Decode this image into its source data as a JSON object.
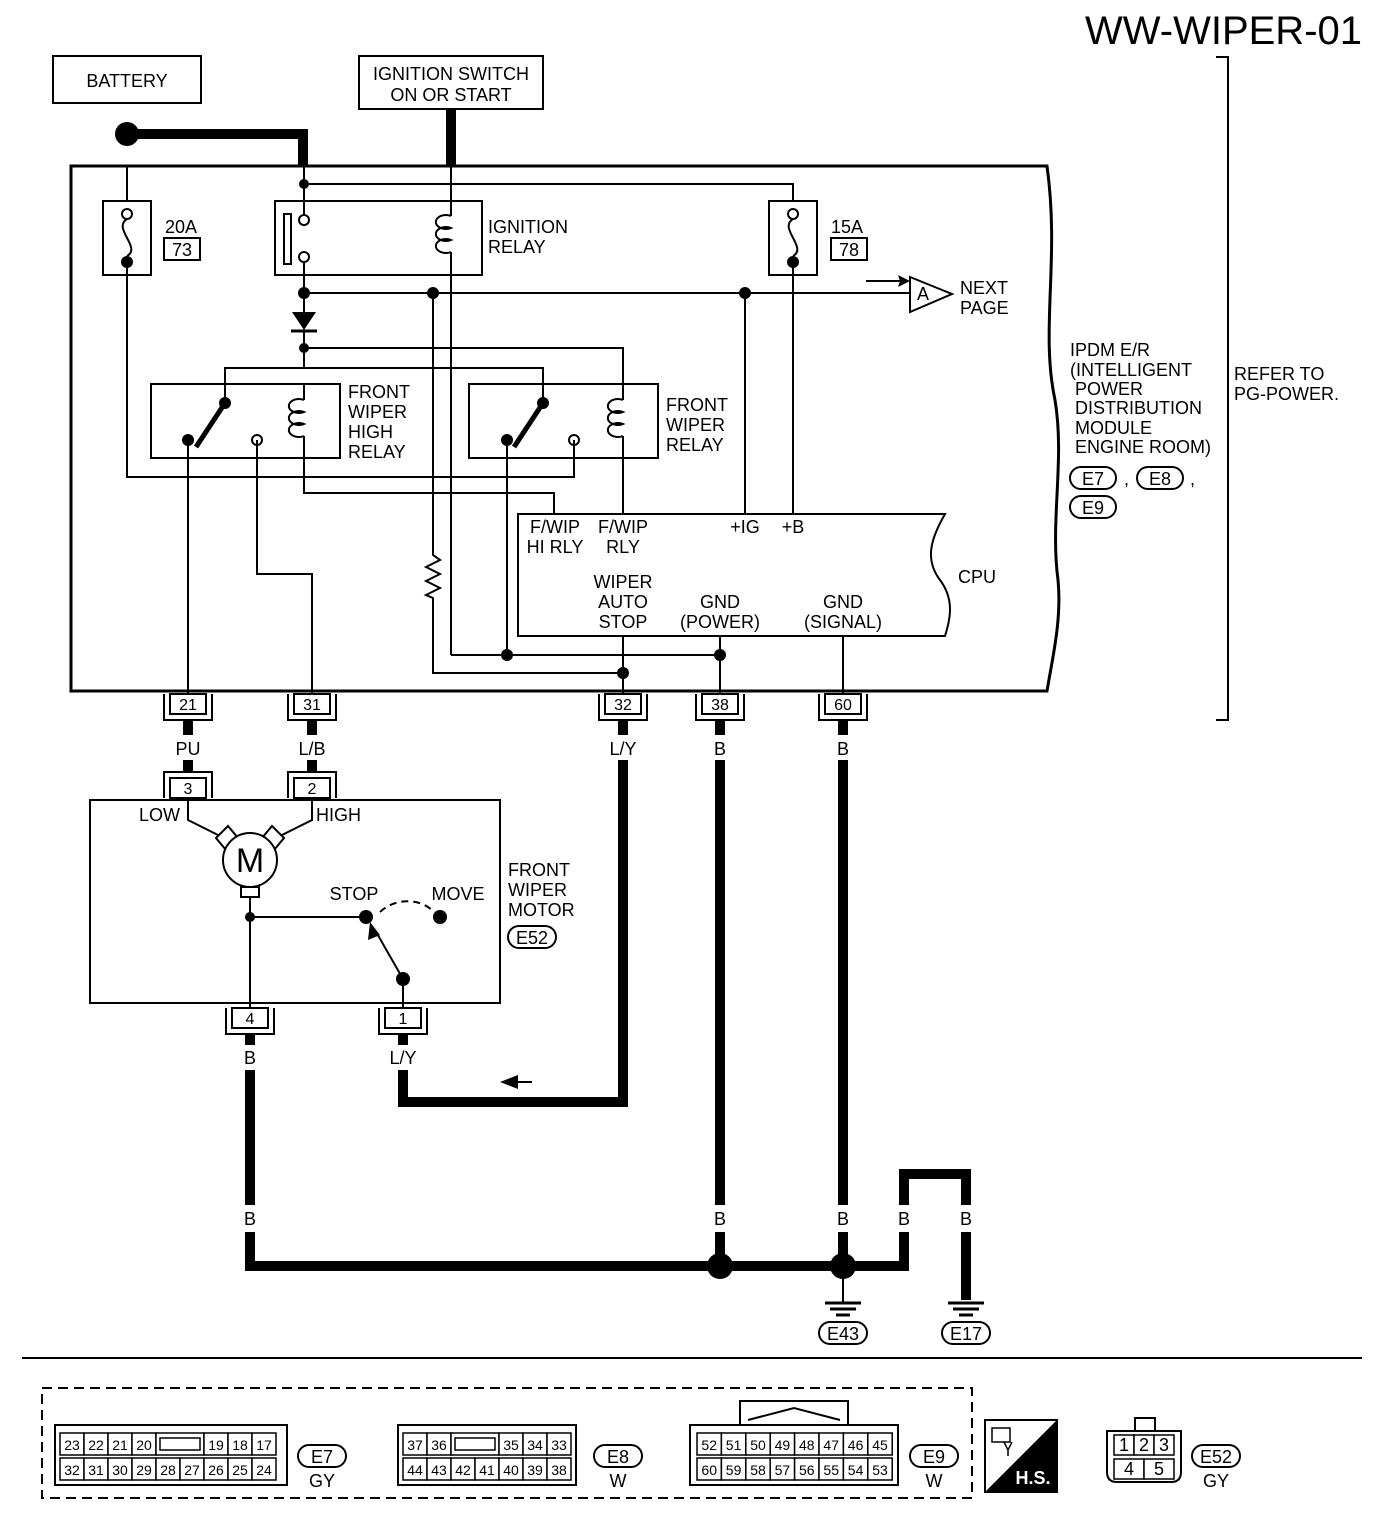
{
  "title": "WW-WIPER-01",
  "sources": {
    "battery": "BATTERY",
    "ignition_l1": "IGNITION SWITCH",
    "ignition_l2": "ON OR START"
  },
  "fuses": [
    {
      "amp": "20A",
      "num": "73"
    },
    {
      "amp": "15A",
      "num": "78"
    }
  ],
  "relays": {
    "ignition_l1": "IGNITION",
    "ignition_l2": "RELAY",
    "high_l1": "FRONT",
    "high_l2": "WIPER",
    "high_l3": "HIGH",
    "high_l4": "RELAY",
    "wiper_l1": "FRONT",
    "wiper_l2": "WIPER",
    "wiper_l3": "RELAY"
  },
  "next_page": {
    "tag": "A",
    "l1": "NEXT",
    "l2": "PAGE"
  },
  "ipdm": {
    "l1": "IPDM E/R",
    "l2": "(INTELLIGENT",
    "l3": "POWER",
    "l4": "DISTRIBUTION",
    "l5": "MODULE",
    "l6": "ENGINE ROOM)",
    "connectors": [
      "E7",
      "E8",
      "E9"
    ],
    "sep1": ",",
    "sep2": ","
  },
  "refer": {
    "l1": "REFER TO",
    "l2": "PG-POWER."
  },
  "cpu": {
    "name": "CPU",
    "fwip_hi_l1": "F/WIP",
    "fwip_hi_l2": "HI RLY",
    "fwip_l1": "F/WIP",
    "fwip_l2": "RLY",
    "ig": "+IG",
    "b": "+B",
    "auto_l1": "WIPER",
    "auto_l2": "AUTO",
    "auto_l3": "STOP",
    "gndp_l1": "GND",
    "gndp_l2": "(POWER)",
    "gnds_l1": "GND",
    "gnds_l2": "(SIGNAL)"
  },
  "ipdm_pins": [
    {
      "num": "21",
      "wire": "PU"
    },
    {
      "num": "31",
      "wire": "L/B"
    },
    {
      "num": "32",
      "wire": "L/Y"
    },
    {
      "num": "38",
      "wire": "B"
    },
    {
      "num": "60",
      "wire": "B"
    }
  ],
  "motor": {
    "l1": "FRONT",
    "l2": "WIPER",
    "l3": "MOTOR",
    "connector": "E52",
    "pin_low": "3",
    "pin_high": "2",
    "low": "LOW",
    "high": "HIGH",
    "m": "M",
    "stop": "STOP",
    "move": "MOVE",
    "pin4": "4",
    "pin1": "1",
    "wire4": "B",
    "wire1": "L/Y"
  },
  "ground_wires": [
    "B",
    "B",
    "B",
    "B",
    "B"
  ],
  "grounds": [
    "E43",
    "E17"
  ],
  "legend": {
    "e7": {
      "top": [
        "23",
        "22",
        "21",
        "20",
        "",
        "19",
        "18",
        "17"
      ],
      "bottom": [
        "32",
        "31",
        "30",
        "29",
        "28",
        "27",
        "26",
        "25",
        "24"
      ],
      "name": "E7",
      "color": "GY"
    },
    "e8": {
      "top": [
        "37",
        "36",
        "",
        "35",
        "34",
        "33"
      ],
      "bottom": [
        "44",
        "43",
        "42",
        "41",
        "40",
        "39",
        "38"
      ],
      "name": "E8",
      "color": "W"
    },
    "e9": {
      "top": [
        "52",
        "51",
        "50",
        "49",
        "48",
        "47",
        "46",
        "45"
      ],
      "bottom": [
        "60",
        "59",
        "58",
        "57",
        "56",
        "55",
        "54",
        "53"
      ],
      "name": "E9",
      "color": "W"
    },
    "hs": "H.S.",
    "e52": {
      "top": [
        "1",
        "2",
        "3"
      ],
      "bottom": [
        "4",
        "5"
      ],
      "name": "E52",
      "color": "GY"
    }
  }
}
